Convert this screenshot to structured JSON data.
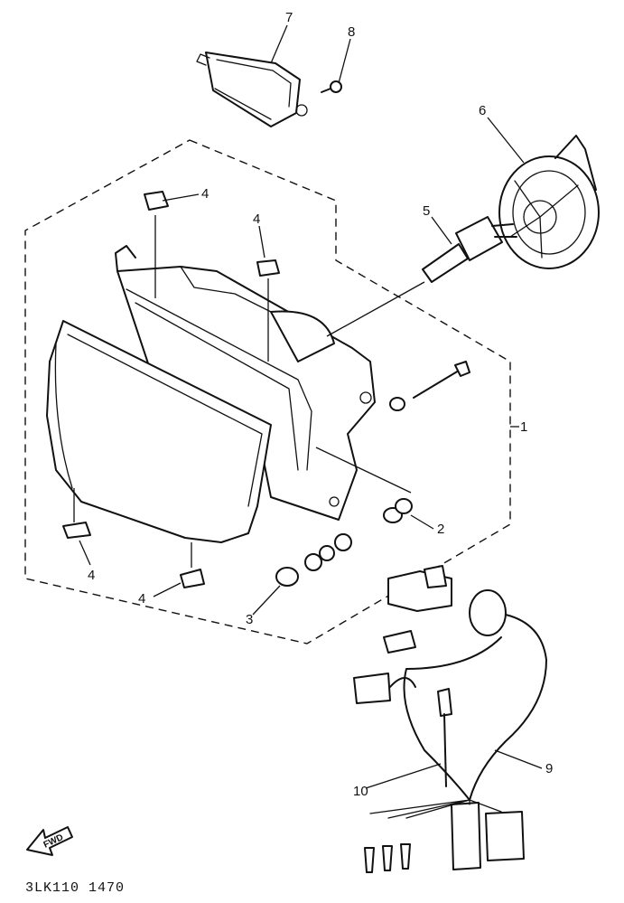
{
  "callouts": {
    "c1": "1",
    "c2": "2",
    "c3": "3",
    "c4a": "4",
    "c4b": "4",
    "c4c": "4",
    "c4d": "4",
    "c5": "5",
    "c6": "6",
    "c7": "7",
    "c8": "8",
    "c9": "9",
    "c10": "10"
  },
  "arrow_label": "FWD",
  "drawing_code": "3LK110 1470"
}
